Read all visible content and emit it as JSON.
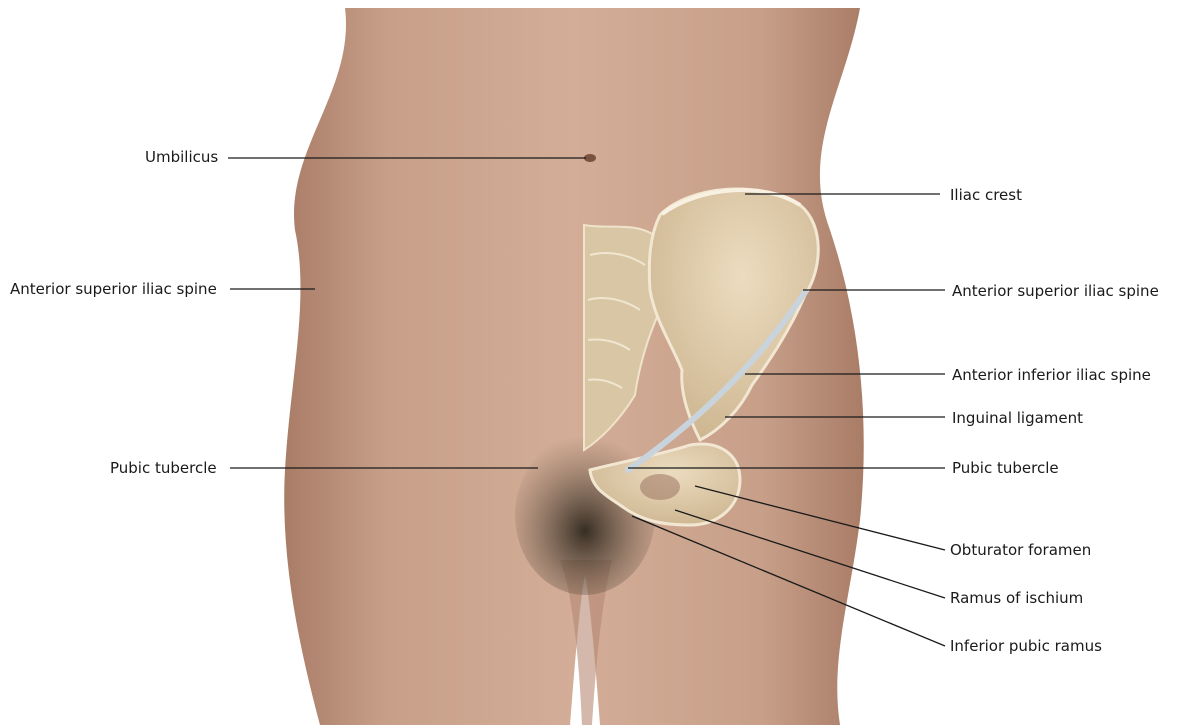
{
  "labels": {
    "umbilicus": "Umbilicus",
    "asis_left": "Anterior superior iliac spine",
    "pubic_tubercle_left": "Pubic tubercle",
    "iliac_crest": "Iliac crest",
    "asis_right": "Anterior superior iliac spine",
    "aiis": "Anterior inferior iliac spine",
    "inguinal_ligament": "Inguinal ligament",
    "pubic_tubercle_right": "Pubic tubercle",
    "obturator_foramen": "Obturator foramen",
    "ramus_of_ischium": "Ramus of ischium",
    "inferior_pubic_ramus": "Inferior pubic ramus"
  },
  "colors": {
    "skin": "#c9a08a",
    "skin_shadow": "#a87c66",
    "bone": "#e2cfae",
    "bone_outline": "#f4ead8",
    "ligament": "#c9d3dc",
    "hair": "#3b3226",
    "leader_line": "#1a1a1a",
    "background": "#ffffff"
  }
}
